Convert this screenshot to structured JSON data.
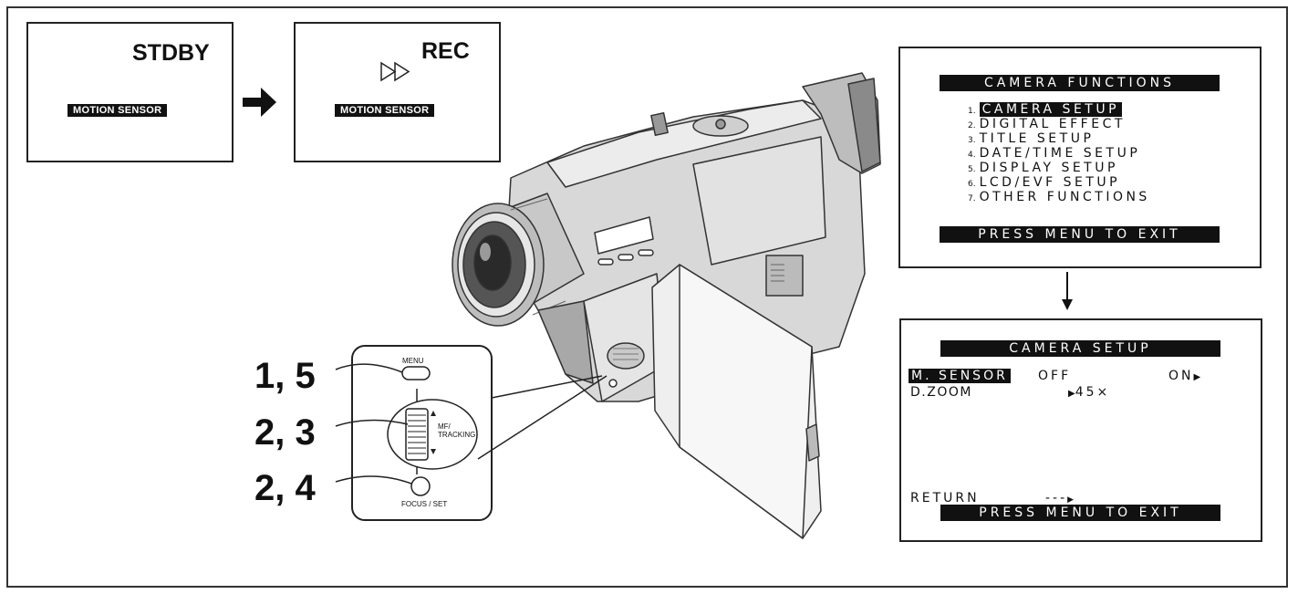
{
  "screen_standby": {
    "status": "STDBY",
    "indicator": "MOTION SENSOR"
  },
  "screen_record": {
    "status": "REC",
    "indicator": "MOTION SENSOR"
  },
  "menu_functions": {
    "title": "CAMERA FUNCTIONS",
    "items": [
      {
        "num": "1.",
        "label": "CAMERA SETUP"
      },
      {
        "num": "2.",
        "label": "DIGITAL EFFECT"
      },
      {
        "num": "3.",
        "label": "TITLE SETUP"
      },
      {
        "num": "4.",
        "label": "DATE/TIME SETUP"
      },
      {
        "num": "5.",
        "label": "DISPLAY SETUP"
      },
      {
        "num": "6.",
        "label": "LCD/EVF SETUP"
      },
      {
        "num": "7.",
        "label": "OTHER FUNCTIONS"
      }
    ],
    "footer": "PRESS MENU TO EXIT"
  },
  "menu_camera_setup": {
    "title": "CAMERA SETUP",
    "m_sensor_label": "M. SENSOR",
    "m_sensor_off": "OFF",
    "m_sensor_on": "ON",
    "d_zoom_label": "D.ZOOM",
    "d_zoom_value": "45×",
    "return_label": "RETURN",
    "return_dashes": "---",
    "footer": "PRESS MENU TO EXIT"
  },
  "steps": [
    "1, 5",
    "2, 3",
    "2, 4"
  ],
  "controls": {
    "menu": "MENU",
    "dial": "MF/\nTRACKING",
    "set": "FOCUS / SET"
  }
}
